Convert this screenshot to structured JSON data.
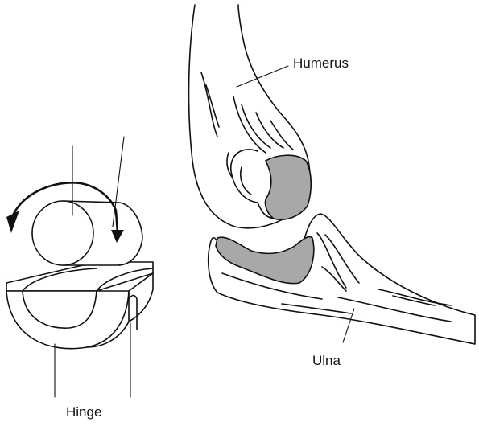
{
  "labels": {
    "humerus": "Humerus",
    "ulna": "Ulna",
    "hinge": "Hinge"
  },
  "colors": {
    "ink": "#111111",
    "cartilage": "#a8a8a8",
    "background": "#ffffff"
  }
}
